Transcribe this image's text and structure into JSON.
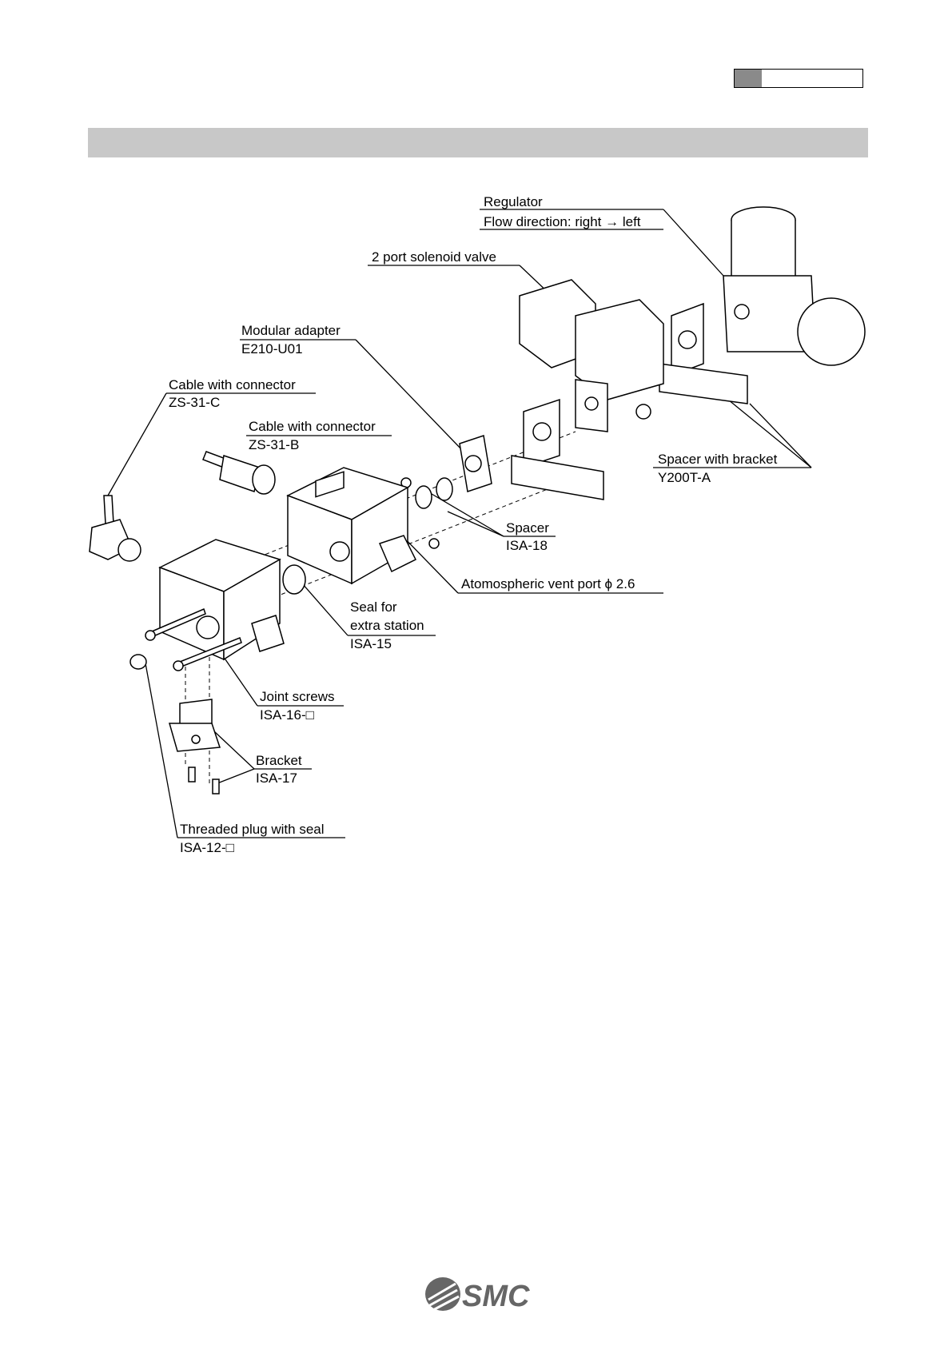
{
  "labels": {
    "regulator": "Regulator",
    "regulator_flow": "Flow direction: right → left",
    "solenoid_valve": "2 port solenoid valve",
    "modular_adapter": "Modular adapter",
    "modular_adapter_code": "E210-U01",
    "cable_c": "Cable with connector",
    "cable_c_code": "ZS-31-C",
    "cable_b": "Cable with connector",
    "cable_b_code": "ZS-31-B",
    "spacer_bracket": "Spacer with bracket",
    "spacer_bracket_code": "Y200T-A",
    "spacer": "Spacer",
    "spacer_code": "ISA-18",
    "vent_port": "Atomospheric vent port ϕ 2.6",
    "seal_1": "Seal for",
    "seal_2": "extra station",
    "seal_code": "ISA-15",
    "joint_screws": "Joint screws",
    "joint_screws_code": "ISA-16-□",
    "bracket": "Bracket",
    "bracket_code": "ISA-17",
    "plug": "Threaded plug with seal",
    "plug_code": "ISA-12-□"
  },
  "footer": {
    "logo_text": "SMC"
  }
}
